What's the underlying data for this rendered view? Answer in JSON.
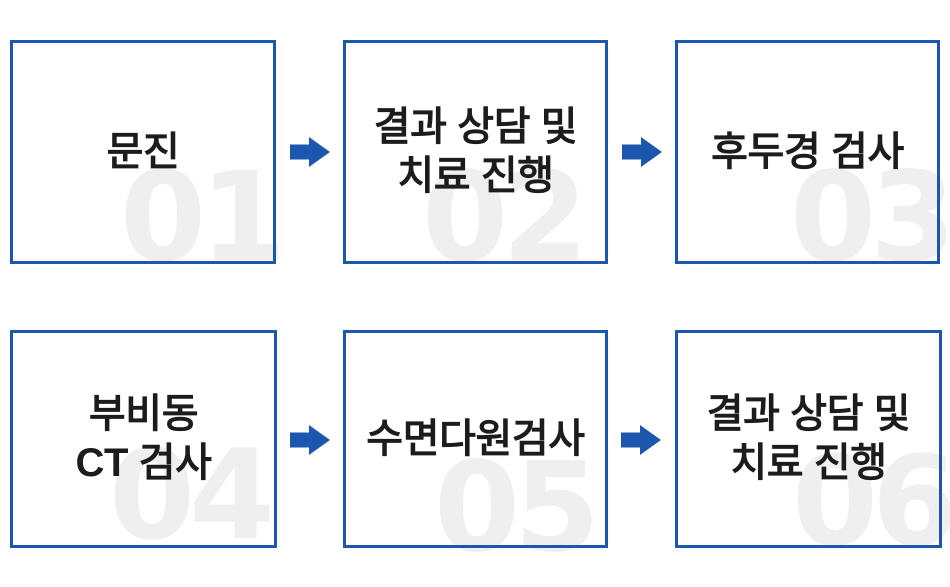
{
  "diagram": {
    "type": "process-flow",
    "rows": 2,
    "columns": 3
  },
  "colors": {
    "accent_blue": "#1b57ac",
    "number_gray": "#efefef",
    "text_color": "#1c1c1c",
    "background": "#ffffff"
  },
  "steps": [
    {
      "number": "01",
      "label": "문진"
    },
    {
      "number": "02",
      "label": "결과 상담 및\n치료 진행"
    },
    {
      "number": "03",
      "label": "후두경 검사"
    },
    {
      "number": "04",
      "label": "부비동\nCT 검사"
    },
    {
      "number": "05",
      "label": "수면다원검사"
    },
    {
      "number": "06",
      "label": "결과 상담 및\n치료 진행"
    }
  ],
  "arrows": [
    {
      "icon": "right-block-arrow",
      "from": "01",
      "to": "02"
    },
    {
      "icon": "right-block-arrow",
      "from": "02",
      "to": "03"
    },
    {
      "icon": "right-block-arrow",
      "from": "04",
      "to": "05"
    },
    {
      "icon": "right-block-arrow",
      "from": "05",
      "to": "06"
    }
  ]
}
